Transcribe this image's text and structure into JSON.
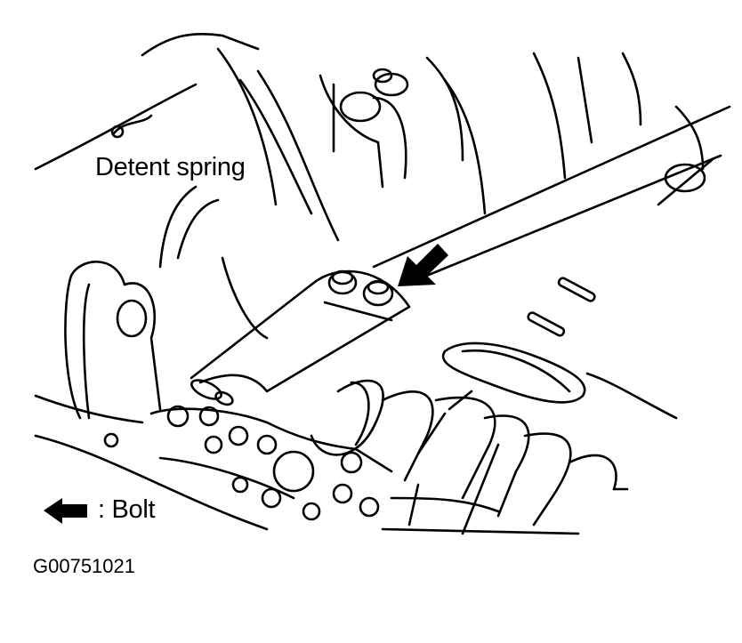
{
  "labels": {
    "detent_spring": "Detent spring",
    "legend_bolt": ": Bolt",
    "figure_code": "G00751021"
  },
  "colors": {
    "line": "#000000",
    "background": "#ffffff"
  },
  "icons": {
    "bolt_pointer_arrow": "bold-arrow-down-left",
    "legend_arrow": "bold-arrow-left"
  }
}
